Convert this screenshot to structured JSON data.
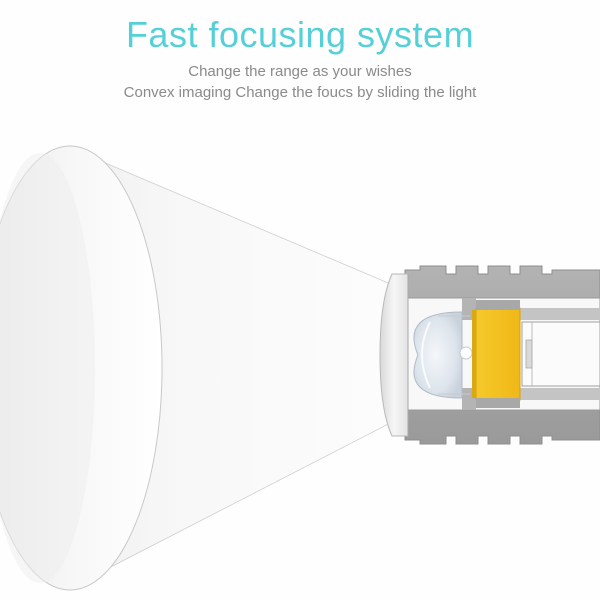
{
  "heading": {
    "title": "Fast focusing system",
    "line1": "Change the range as your wishes",
    "line2": "Convex imaging  Change the foucs by sliding the light"
  },
  "colors": {
    "title": "#55cfd8",
    "subtitle": "#8a8a8a",
    "housing": "#a9a9a9",
    "housing_dark": "#8c8c8c",
    "led": "#f2c020",
    "led_dark": "#d8a20f",
    "lens": "#dfe6ee",
    "beam": "#eeeeee"
  },
  "icons": {
    "housing": "flashlight-head-icon",
    "lens": "convex-lens-icon",
    "led": "led-chip-icon",
    "beam": "light-beam-icon"
  }
}
